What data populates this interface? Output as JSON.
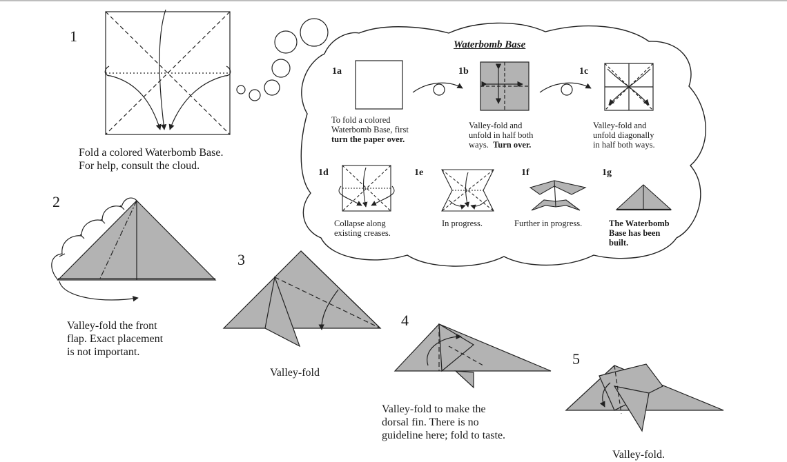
{
  "steps": {
    "s1": {
      "num": "1",
      "caption": [
        "Fold a colored Waterbomb Base.",
        "For help, consult the cloud."
      ]
    },
    "s2": {
      "num": "2",
      "caption": [
        "Valley-fold the front",
        "flap.  Exact placement",
        "is not important."
      ]
    },
    "s3": {
      "num": "3",
      "caption": "Valley-fold"
    },
    "s4": {
      "num": "4",
      "caption": [
        "Valley-fold to make the",
        "dorsal fin.  There is no",
        "guideline here; fold to taste."
      ]
    },
    "s5": {
      "num": "5",
      "caption": "Valley-fold."
    }
  },
  "cloud": {
    "title": "Waterbomb Base",
    "s1a": {
      "num": "1a",
      "caption": [
        "To fold a colored",
        "Waterbomb Base, first"
      ],
      "caption_bold": "turn the paper over."
    },
    "s1b": {
      "num": "1b",
      "caption": [
        "Valley-fold and",
        "unfold in half both"
      ],
      "caption_last": "ways.",
      "caption_bold": "Turn over."
    },
    "s1c": {
      "num": "1c",
      "caption": [
        "Valley-fold and",
        "unfold diagonally",
        "in half both ways."
      ]
    },
    "s1d": {
      "num": "1d",
      "caption": [
        "Collapse along",
        "existing creases."
      ]
    },
    "s1e": {
      "num": "1e",
      "caption": "In progress."
    },
    "s1f": {
      "num": "1f",
      "caption": "Further in progress."
    },
    "s1g": {
      "num": "1g",
      "caption_bold": [
        "The Waterbomb",
        "Base has been",
        "built."
      ]
    }
  },
  "colors": {
    "paper": "#b3b3b3",
    "line": "#222222"
  }
}
